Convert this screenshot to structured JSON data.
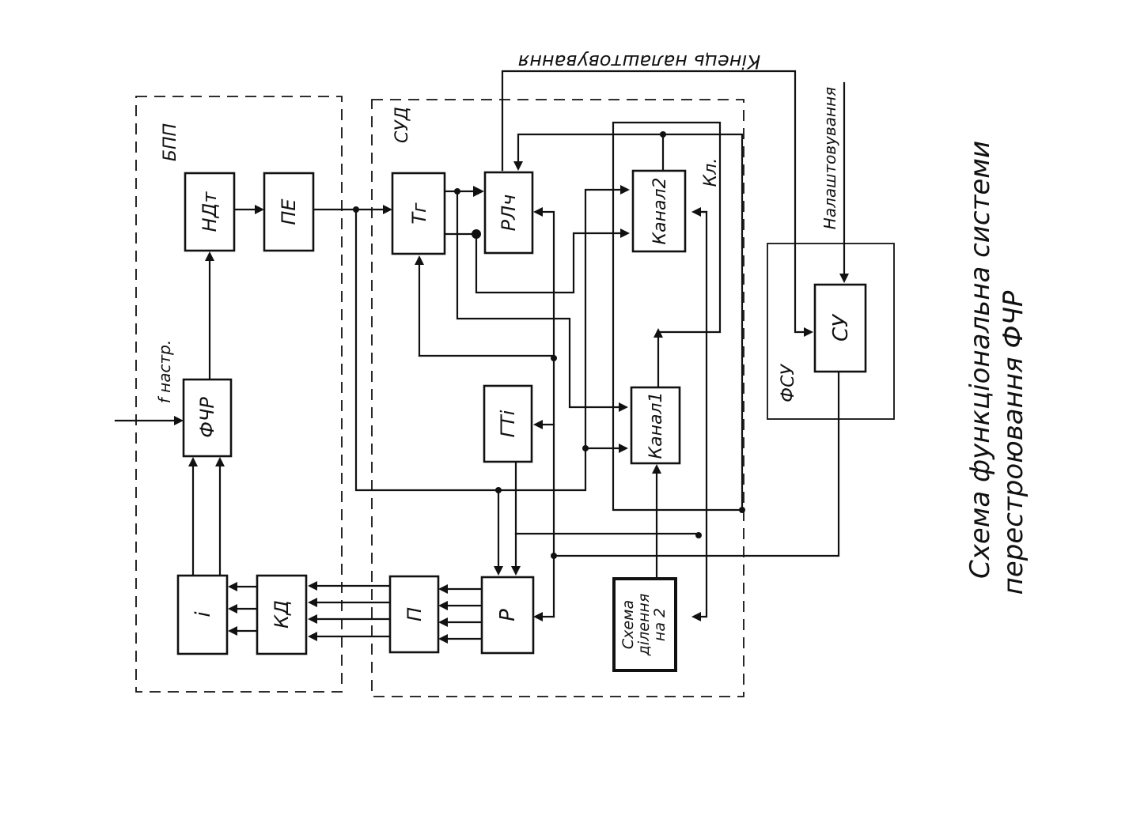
{
  "groups": {
    "bpp": "БПП",
    "sud": "СУД",
    "fsu": "ФСУ"
  },
  "blocks": {
    "ndt": "НДт",
    "pe": "ПЕ",
    "fchr": "ФЧР",
    "i": "і",
    "kd": "КД",
    "tg": "Тг",
    "rlch": "РЛч",
    "gti": "ГТі",
    "p": "П",
    "r": "Р",
    "kanal2": "Канал2",
    "kanal1": "Канал1",
    "divider": [
      "Схема",
      "ділення",
      "на 2"
    ],
    "su": "СУ"
  },
  "labels": {
    "f_nastr": "f настр.",
    "kl": "Кл.",
    "kinets": "Кінець налаштовування",
    "nastr": "Налаштовування"
  },
  "caption": {
    "line1": "Схема функціональна системи",
    "line2": "перестроювання ФЧР"
  }
}
